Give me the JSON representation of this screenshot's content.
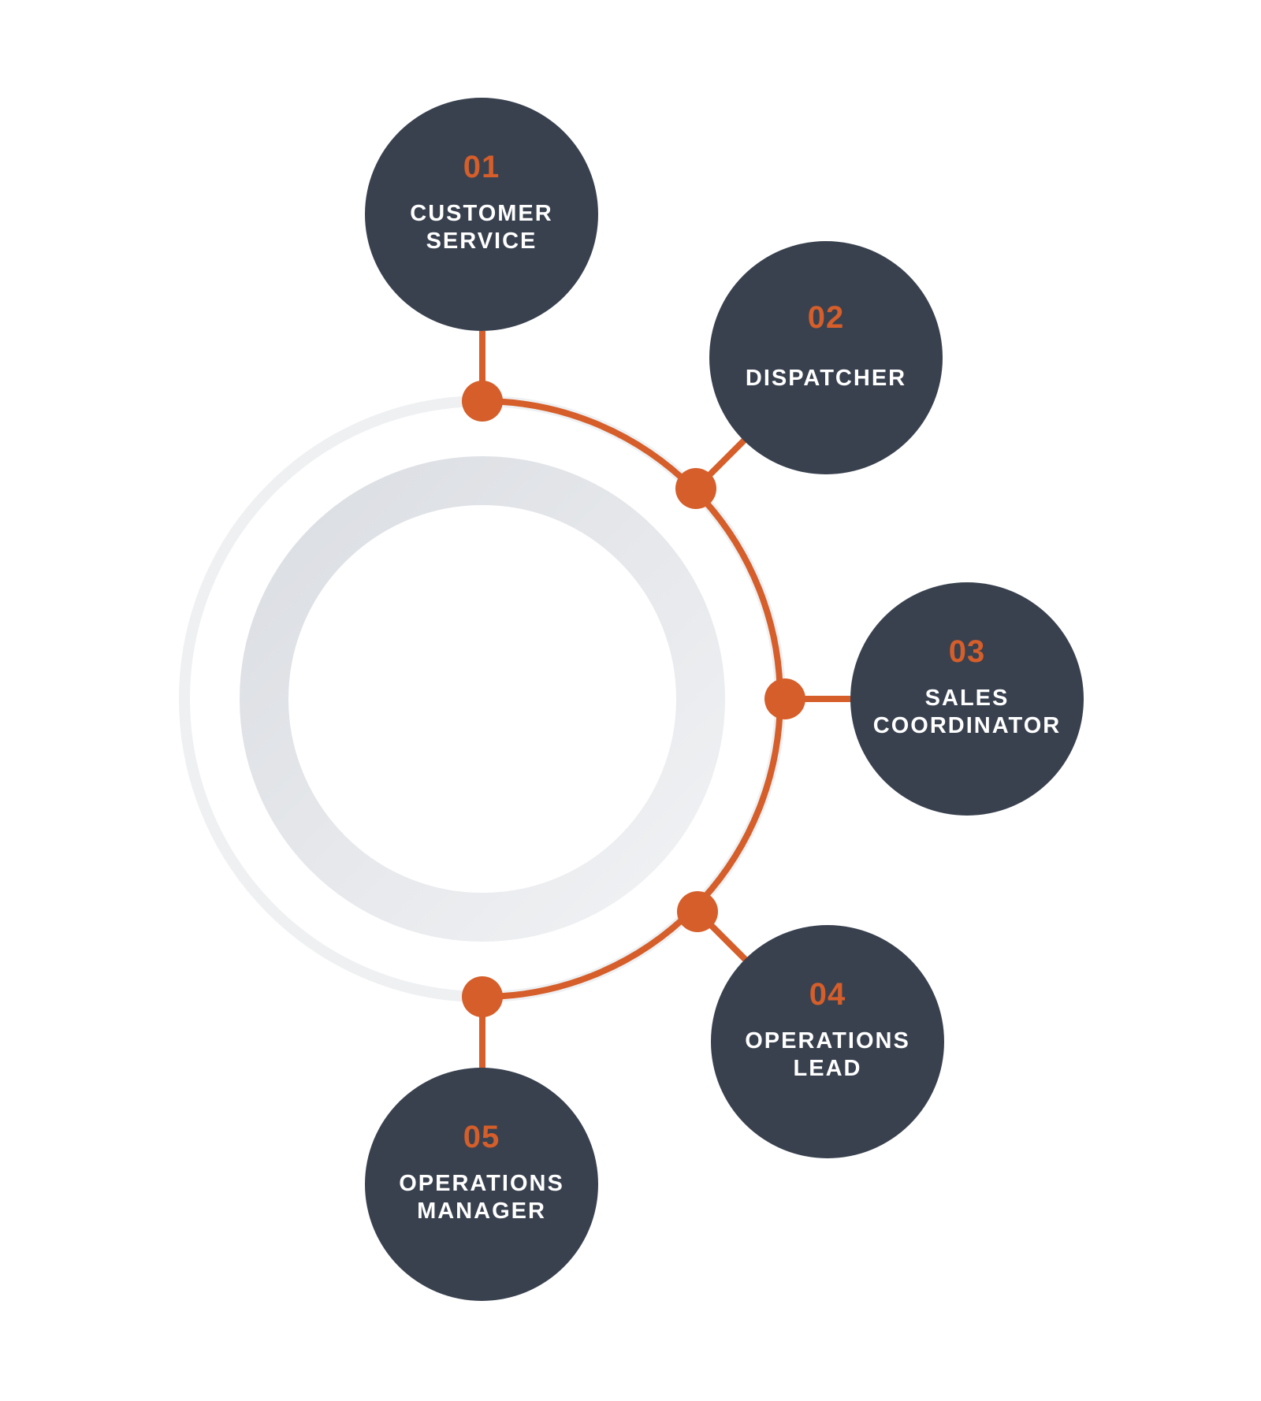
{
  "colors": {
    "background": "#ffffff",
    "node_fill": "#39414f",
    "accent": "#d55e2a",
    "label_text": "#ffffff",
    "ring_light": "#eceef1",
    "ring_mid": "#dfe1e5"
  },
  "steps": [
    {
      "number": "01",
      "label_lines": [
        "CUSTOMER",
        "SERVICE"
      ]
    },
    {
      "number": "02",
      "label_lines": [
        "DISPATCHER"
      ]
    },
    {
      "number": "03",
      "label_lines": [
        "SALES",
        "COORDINATOR"
      ]
    },
    {
      "number": "04",
      "label_lines": [
        "OPERATIONS",
        "LEAD"
      ]
    },
    {
      "number": "05",
      "label_lines": [
        "OPERATIONS",
        "MANAGER"
      ]
    }
  ]
}
